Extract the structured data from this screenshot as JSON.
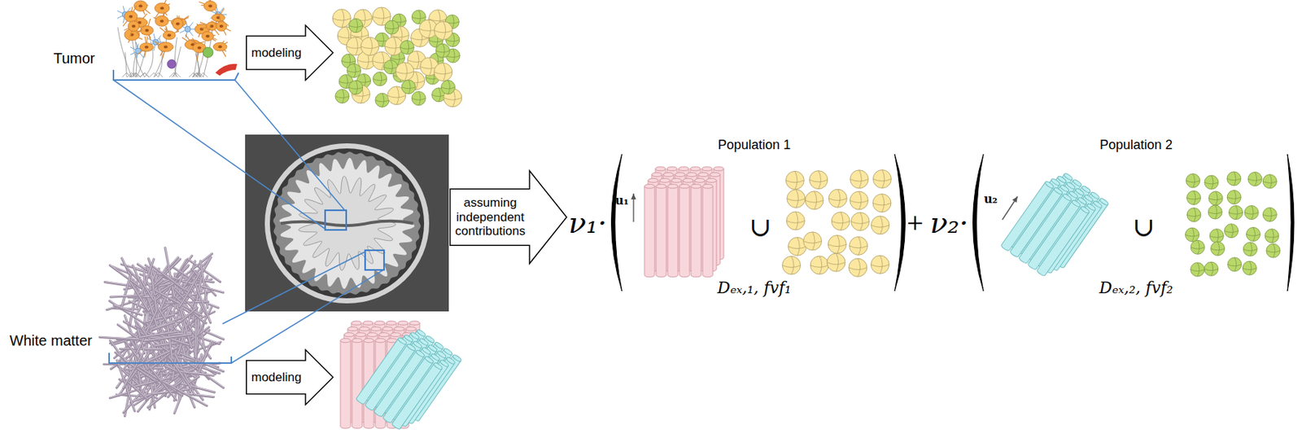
{
  "diagram": {
    "nodes": [
      {
        "text": [
          "modeling"
        ]
      },
      {
        "text": [
          "assuming independent contributions"
        ]
      },
      {
        "text": [
          "modeling"
        ]
      }
    ],
    "labels": [
      "Tumor",
      "White matter",
      "ν₁·",
      "Population 1",
      "u₁",
      "∪",
      "Dₑₓ,₁, fvf₁",
      "+",
      "ν₂·",
      "Population 2",
      "u₂",
      "∪",
      "Dₑₓ,₂, fvf₂"
    ]
  }
}
